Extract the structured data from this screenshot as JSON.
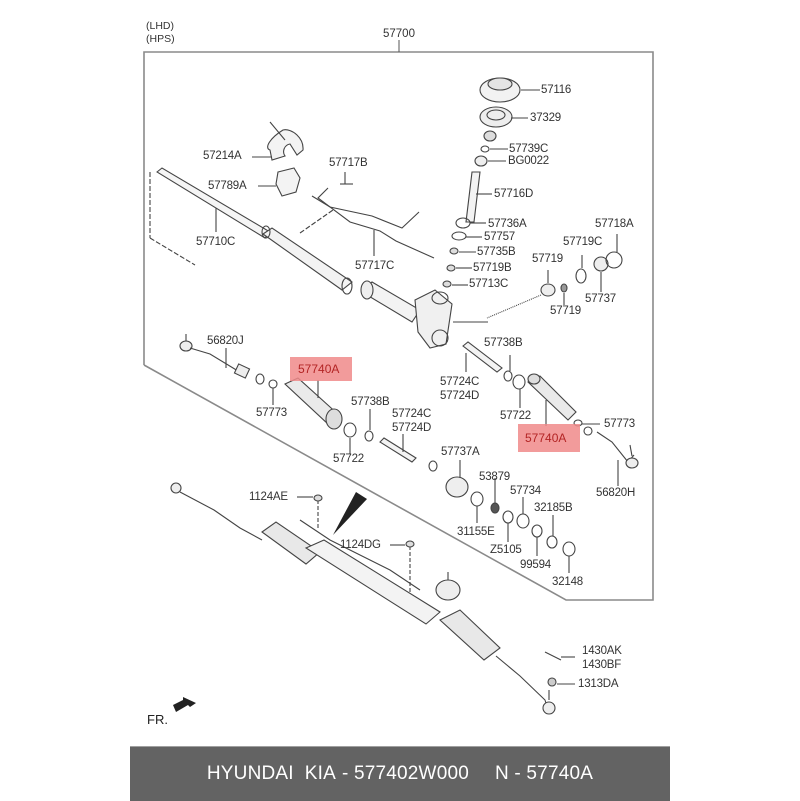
{
  "diagram": {
    "header_notes": [
      "(LHD)",
      "(HPS)"
    ],
    "assembly_number": "57700",
    "front_indicator": "FR.",
    "highlighted_part": "57740A",
    "highlight_color": "#f08a8a",
    "labels": {
      "p57116": "57116",
      "p37329": "37329",
      "p57739C": "57739C",
      "pBG0022": "BG0022",
      "p57716D": "57716D",
      "p57736A": "57736A",
      "p57757": "57757",
      "p57735B": "57735B",
      "p57719B": "57719B",
      "p57713C": "57713C",
      "p57718A": "57718A",
      "p57719C": "57719C",
      "p57719_top": "57719",
      "p57719_bottom": "57719",
      "p57737": "57737",
      "p57214A": "57214A",
      "p57717B": "57717B",
      "p57789A": "57789A",
      "p57710C": "57710C",
      "p57717C": "57717C",
      "p56820J": "56820J",
      "p57740A_left": "57740A",
      "p57773_left": "57773",
      "p57738B_left": "57738B",
      "p57724C_left": "57724C",
      "p57724D_left": "57724D",
      "p57722_left": "57722",
      "p57738B_right": "57738B",
      "p57724C_right": "57724C",
      "p57724D_right": "57724D",
      "p57722_right": "57722",
      "p57740A_right": "57740A",
      "p57773_right": "57773",
      "p56820H": "56820H",
      "p57737A": "57737A",
      "p53879": "53879",
      "p57734": "57734",
      "p32185B": "32185B",
      "p31155E": "31155E",
      "pZ5105": "Z5105",
      "p99594": "99594",
      "p32148": "32148",
      "p1124AE": "1124AE",
      "p1124DG": "1124DG",
      "p1430AK": "1430AK",
      "p1430BF": "1430BF",
      "p1313DA": "1313DA"
    }
  },
  "banner": {
    "brand": "HYUNDAI  KIA",
    "oem_number": "- 577402W000",
    "part_code": "N - 57740A",
    "background": "#636363"
  }
}
